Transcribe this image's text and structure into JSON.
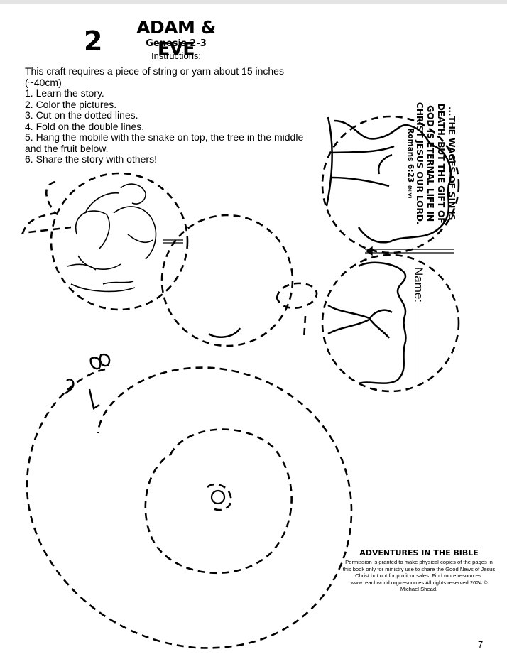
{
  "header": {
    "lesson_number": "2",
    "title": "ADAM & EVE",
    "reference": "Genesis 2-3",
    "instructions_heading": "Instructions:"
  },
  "instructions": {
    "intro": "This craft requires a piece of string or yarn about 15 inches (~40cm)",
    "steps": [
      "1. Learn the story.",
      "2. Color the pictures.",
      "3. Cut on the dotted lines.",
      "4. Fold on the double lines.",
      "5. Hang the mobile with the snake on top, the tree in the middle and the fruit below.",
      "6.  Share the story with others!"
    ]
  },
  "verse": {
    "text": "...The wages of sin is death, but the gift of God is eternal life in Christ Jesus our Lord.",
    "reference": "Romans 6:23",
    "version": "(NIV)"
  },
  "name_field": {
    "label": "Name:"
  },
  "footer": {
    "title": "ADVENTURES IN THE BIBLE",
    "permission": "Permission is granted to make physical copies of the pages in this book only for ministry use to share the Good News of Jesus Christ but not for profit or sales. Find more resources: www.reachworld.org/resources All rights reserved 2024 © Michael Shead."
  },
  "page_number": "7"
}
